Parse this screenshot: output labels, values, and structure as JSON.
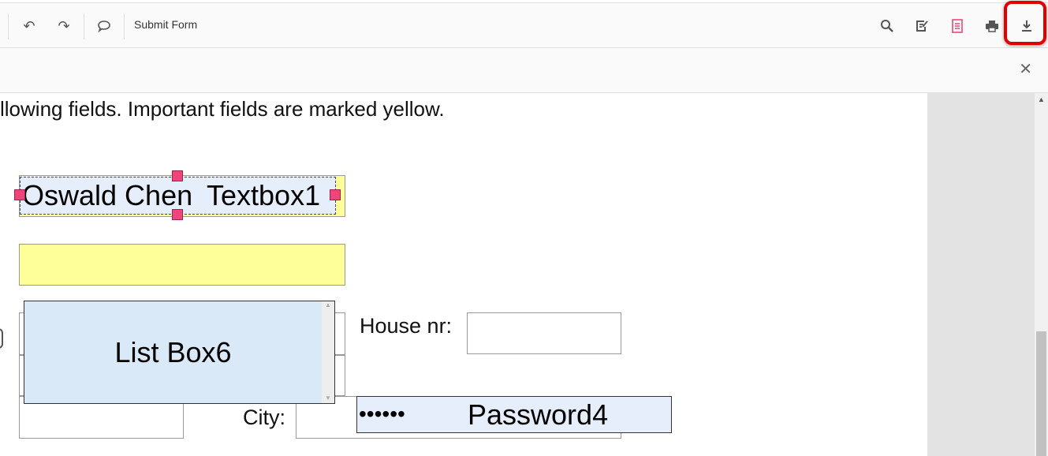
{
  "toolbar": {
    "submit_label": "Submit Form",
    "icons": [
      "undo-icon",
      "redo-icon",
      "comment-icon",
      "search-icon",
      "edit-annotation-icon",
      "form-fields-icon",
      "print-icon",
      "download-icon"
    ],
    "highlight_color": "#e00000"
  },
  "document": {
    "instruction": "llowing fields. Important fields are marked yellow.",
    "textbox1": {
      "value": "Oswald Chen",
      "name": "Textbox1"
    },
    "house_nr_label": "House nr:",
    "city_label": "City:",
    "listbox": {
      "name": "List Box6"
    },
    "password": {
      "value": "••••••",
      "name": "Password4"
    },
    "colors": {
      "important": "#ffff99",
      "selected_field": "#e6eefc",
      "handle": "#f0457a"
    }
  }
}
